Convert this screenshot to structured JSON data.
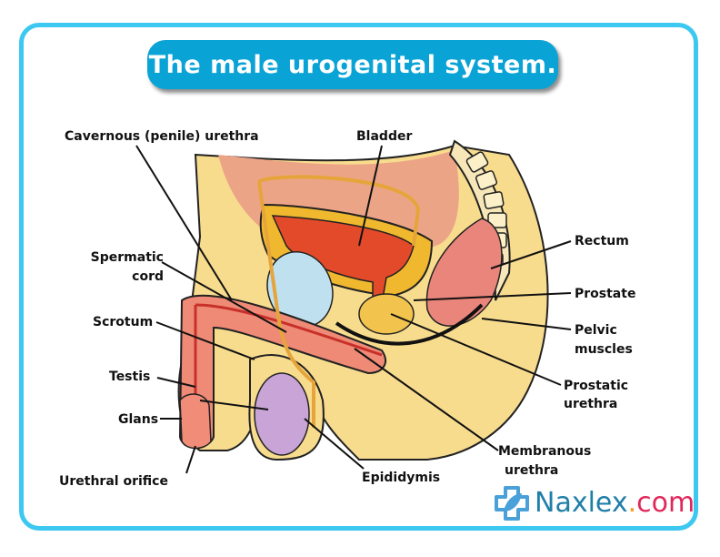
{
  "title": "The male urogenital system.",
  "labels": {
    "cavernous_urethra": "Cavernous (penile) urethra",
    "bladder": "Bladder",
    "spermatic_cord_1": "Spermatic",
    "spermatic_cord_2": "cord",
    "rectum": "Rectum",
    "prostate": "Prostate",
    "pelvic_muscles_1": "Pelvic",
    "pelvic_muscles_2": "muscles",
    "scrotum": "Scrotum",
    "prostatic_urethra_1": "Prostatic",
    "prostatic_urethra_2": "urethra",
    "testis": "Testis",
    "glans": "Glans",
    "membranous_urethra_1": "Membranous",
    "membranous_urethra_2": "urethra",
    "urethral_orifice": "Urethral orifice",
    "epididymis": "Epididymis"
  },
  "logo": {
    "icon": "naxlex-cross-leaf-icon",
    "name": "Naxlex",
    "dot": ".",
    "tld": "com"
  },
  "colors": {
    "frame_border": "#3cc8f0",
    "title_bg": "#0aa3d6",
    "logo_name": "#1f7fa8",
    "logo_dot": "#f29a1f",
    "logo_tld": "#e0285a"
  }
}
